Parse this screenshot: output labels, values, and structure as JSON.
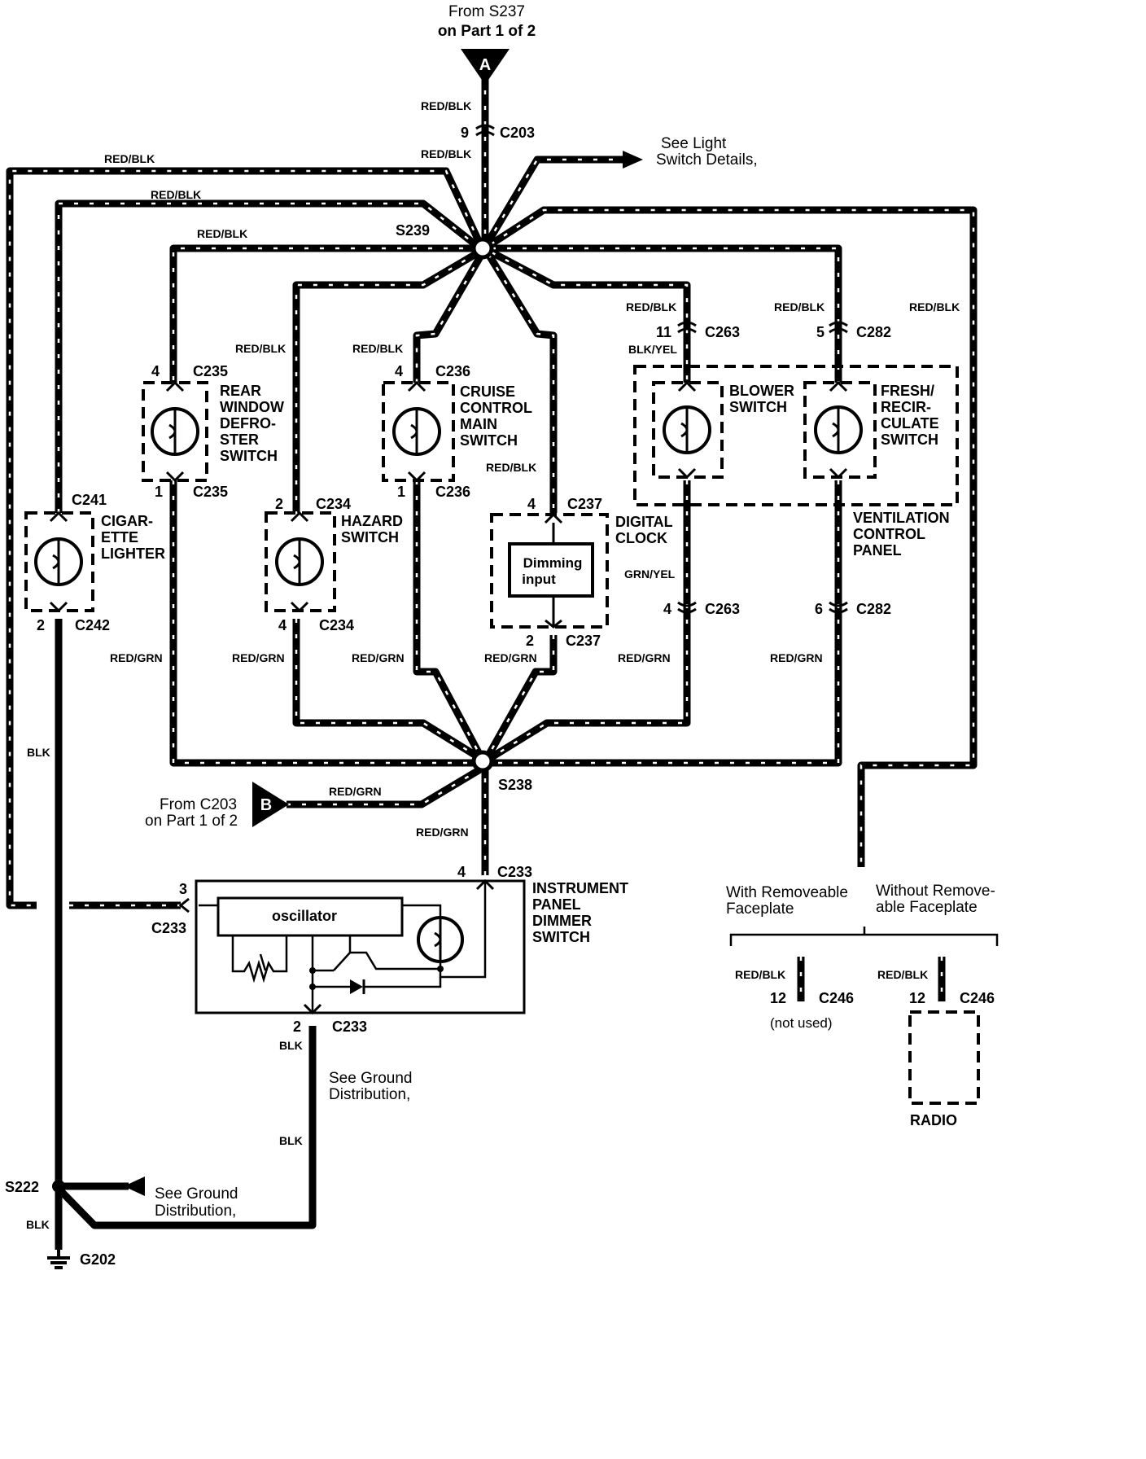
{
  "labels": {
    "from_s237": "From S237",
    "part1_top": "on Part 1 of 2",
    "arrow_a": "A",
    "arrow_b": "B",
    "from_c203": "From C203",
    "part1_bottom": "on Part 1 of 2",
    "see_light": "See Light",
    "switch_details": "Switch Details,",
    "see_ground1": "See Ground",
    "distribution1": "Distribution,",
    "see_ground2": "See Ground",
    "distribution2": "Distribution,",
    "with_faceplate1": "With Removeable",
    "with_faceplate2": "Faceplate",
    "without_faceplate1": "Without Remove-",
    "without_faceplate2": "able Faceplate",
    "not_used": "(not used)",
    "oscillator": "oscillator",
    "dimming1": "Dimming",
    "dimming2": "input"
  },
  "splices": {
    "s239": "S239",
    "s238": "S238",
    "s222": "S222",
    "g202": "G202"
  },
  "wire_colors": {
    "red_blk": "RED/BLK",
    "red_grn": "RED/GRN",
    "blk": "BLK",
    "blk_yel": "BLK/YEL",
    "grn_yel": "GRN/YEL"
  },
  "connectors": {
    "c203": "C203",
    "c235": "C235",
    "c236": "C236",
    "c234": "C234",
    "c237": "C237",
    "c241": "C241",
    "c242": "C242",
    "c263": "C263",
    "c282": "C282",
    "c233": "C233",
    "c246": "C246"
  },
  "pins": {
    "p9": "9",
    "p4": "4",
    "p1": "1",
    "p2": "2",
    "p11": "11",
    "p5": "5",
    "p6": "6",
    "p3": "3",
    "p12": "12"
  },
  "components": {
    "rear_defrost": [
      "REAR",
      "WINDOW",
      "DEFRO-",
      "STER",
      "SWITCH"
    ],
    "cruise": [
      "CRUISE",
      "CONTROL",
      "MAIN",
      "SWITCH"
    ],
    "hazard": [
      "HAZARD",
      "SWITCH"
    ],
    "cigarette": [
      "CIGAR-",
      "ETTE",
      "LIGHTER"
    ],
    "clock": [
      "DIGITAL",
      "CLOCK"
    ],
    "blower": [
      "BLOWER",
      "SWITCH"
    ],
    "fresh": [
      "FRESH/",
      "RECIR-",
      "CULATE",
      "SWITCH"
    ],
    "ventilation": [
      "VENTILATION",
      "CONTROL",
      "PANEL"
    ],
    "dimmer": [
      "INSTRUMENT",
      "PANEL",
      "DIMMER",
      "SWITCH"
    ],
    "radio": "RADIO"
  }
}
